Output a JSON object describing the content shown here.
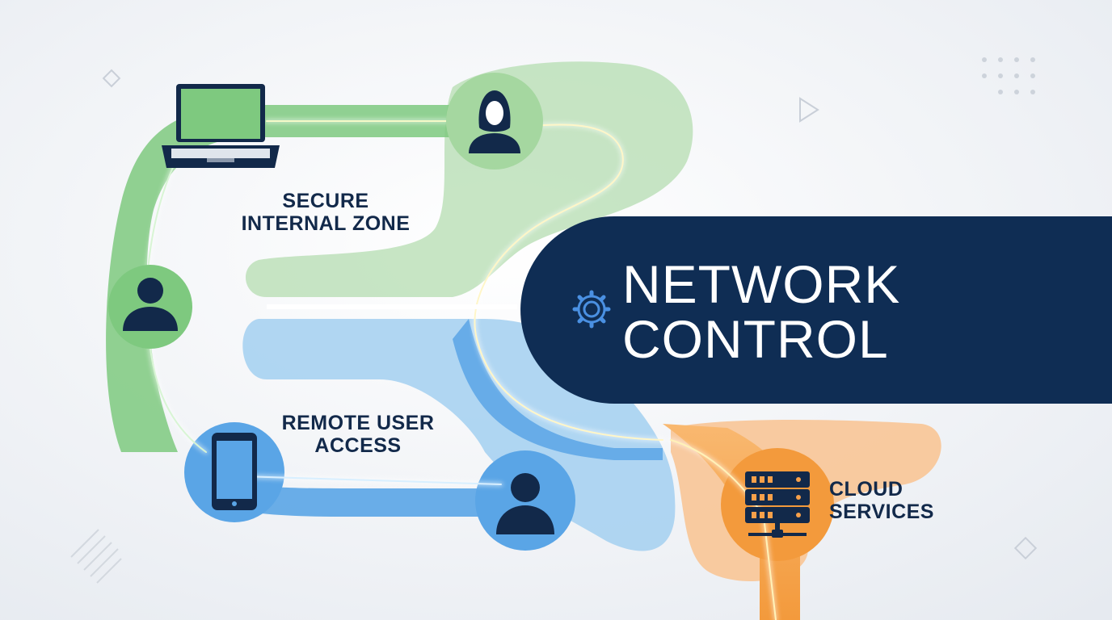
{
  "title": {
    "line1": "NETWORK",
    "line2": "CONTROL"
  },
  "zones": {
    "internal": {
      "line1": "SECURE",
      "line2": "INTERNAL ZONE",
      "color": "#7ec97f"
    },
    "remote": {
      "line1": "REMOTE USER",
      "line2": "ACCESS",
      "color": "#5aa5e6"
    },
    "cloud": {
      "line1": "CLOUD",
      "line2": "SERVICES",
      "color": "#f7a04a"
    }
  },
  "icons": {
    "laptop": "laptop-icon",
    "user_female": "user-female-icon",
    "user_male_left": "user-icon",
    "user_male_bottom": "user-icon",
    "phone": "smartphone-icon",
    "server": "server-icon",
    "gear": "gear-icon"
  },
  "colors": {
    "background": "#eef1f5",
    "title_panel": "#0f2d54",
    "title_text": "#ffffff",
    "label_text": "#12294a",
    "icon_dark": "#12294a",
    "gear": "#4a90e2"
  }
}
